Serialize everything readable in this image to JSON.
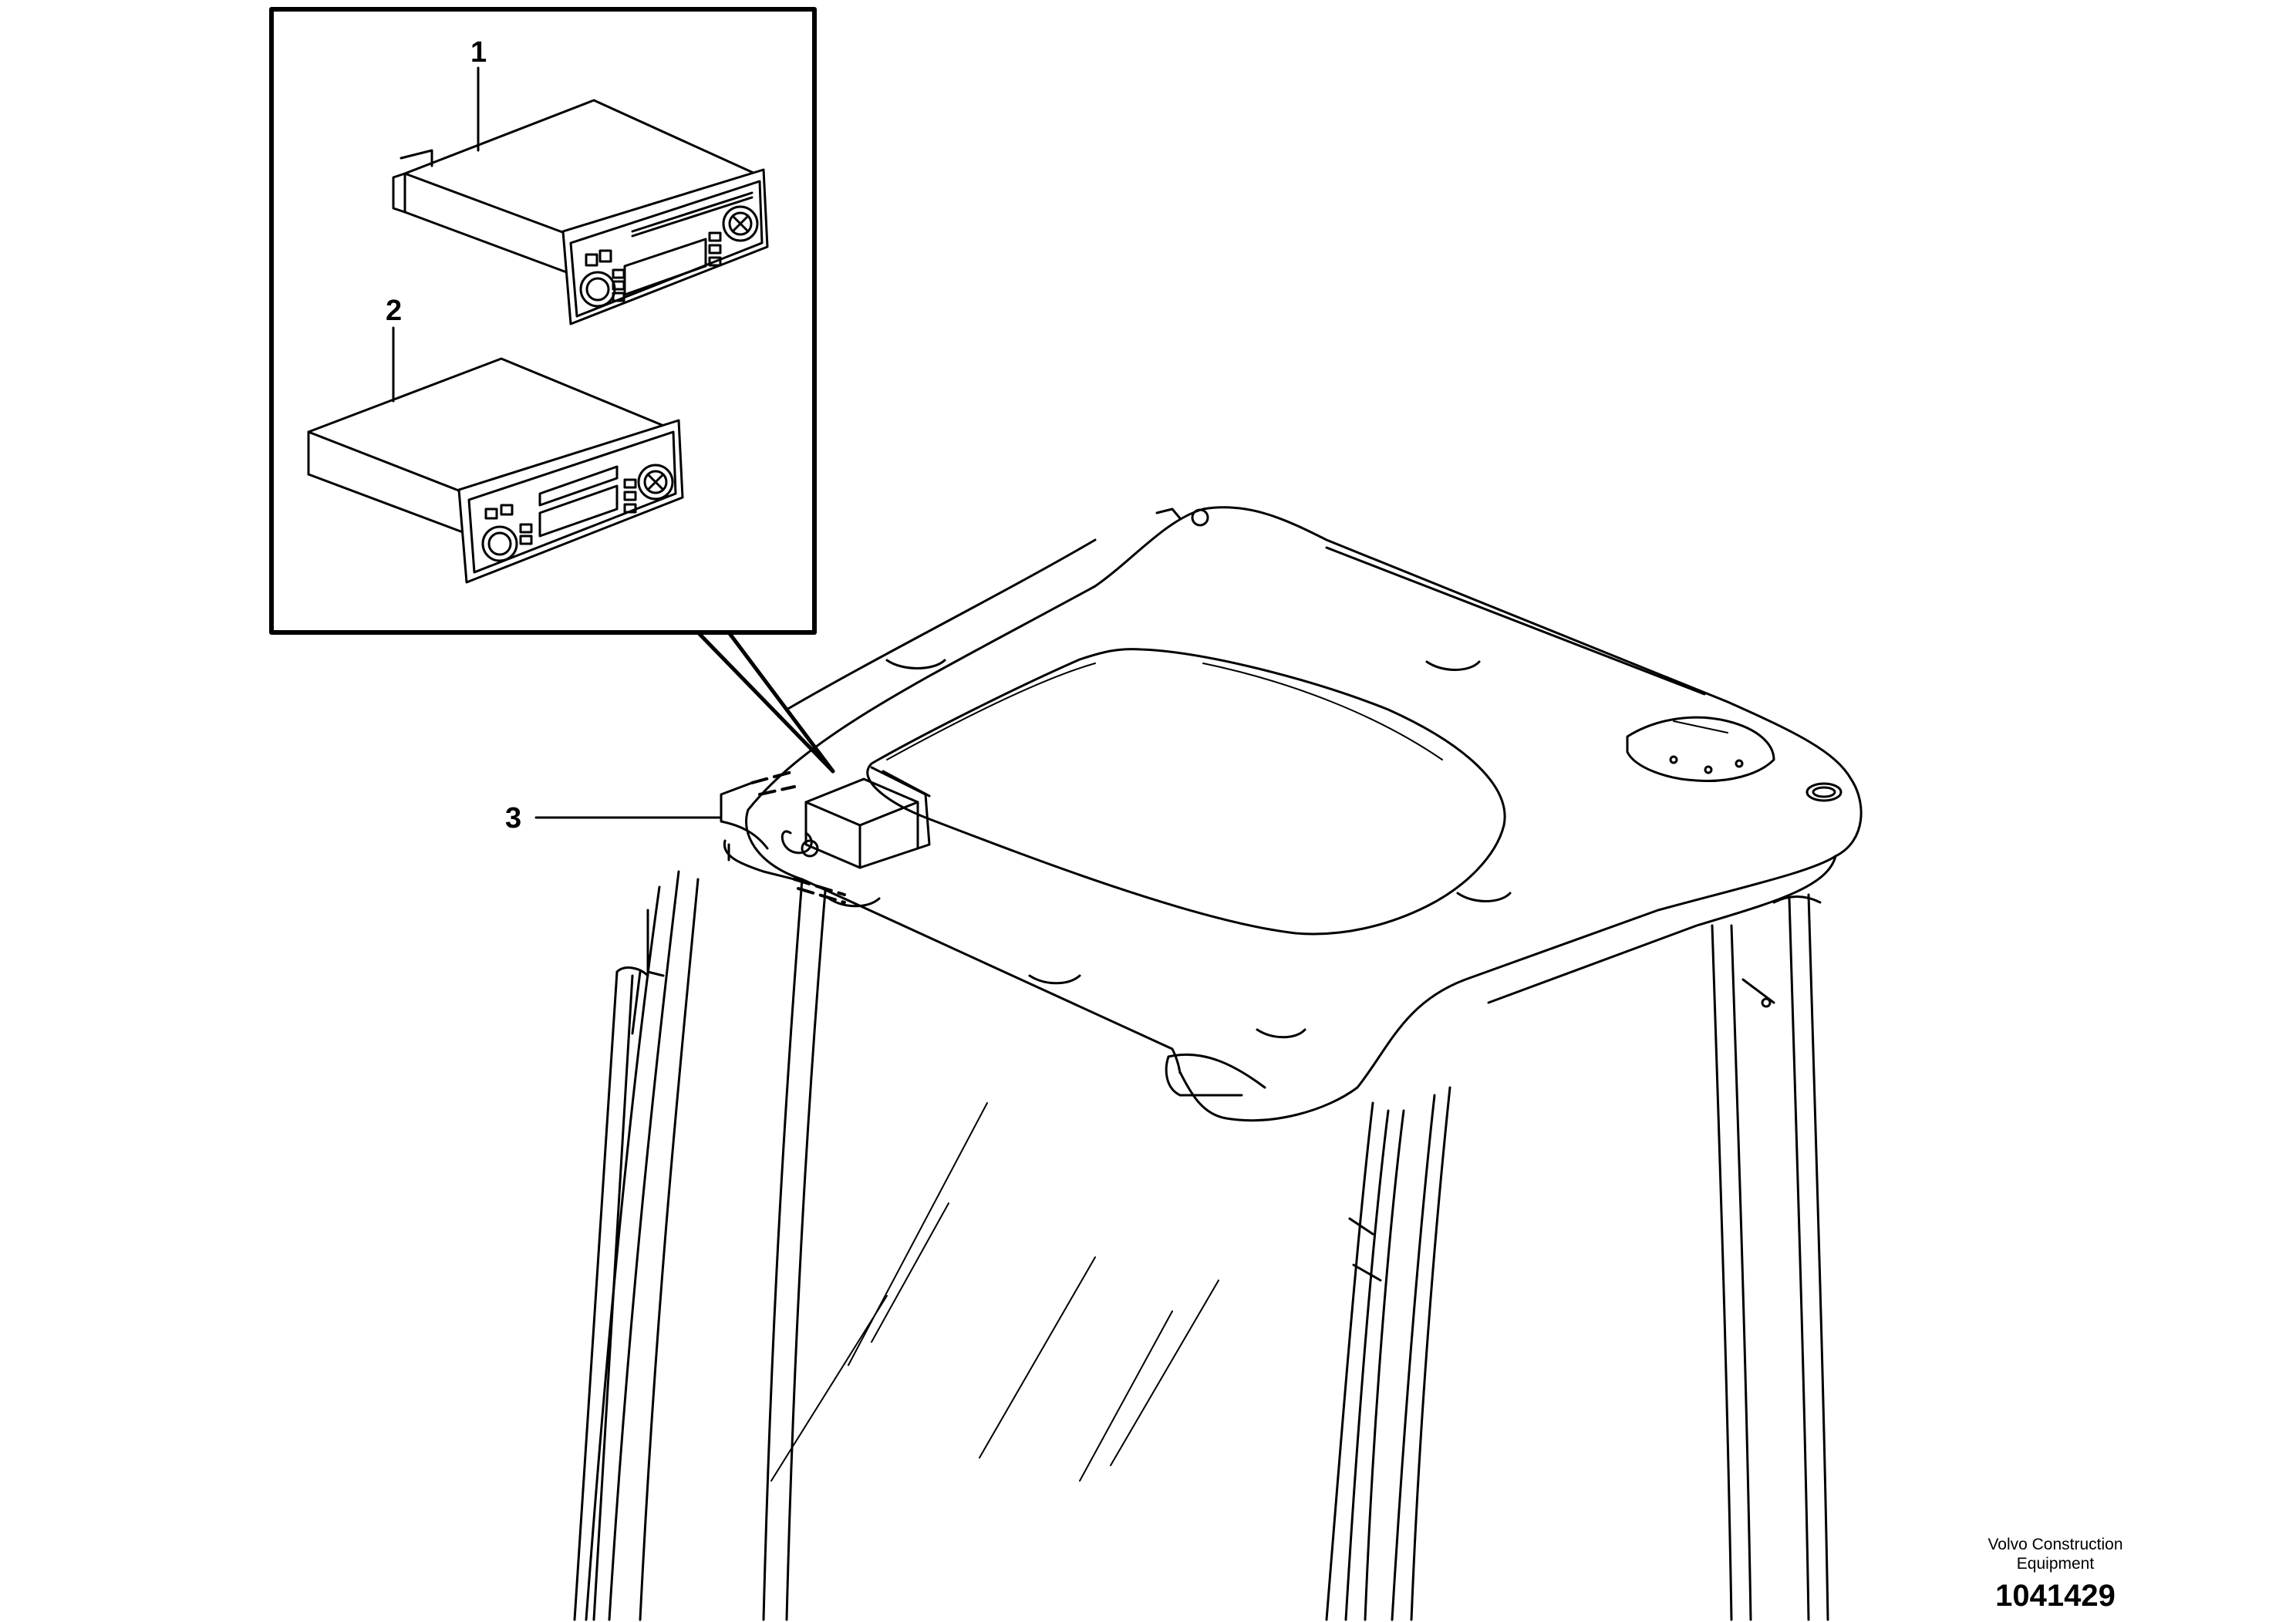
{
  "callouts": {
    "item1": "1",
    "item2": "2",
    "item3": "3"
  },
  "footer": {
    "company_line1": "Volvo Construction",
    "company_line2": "Equipment",
    "drawing_number": "1041429"
  }
}
